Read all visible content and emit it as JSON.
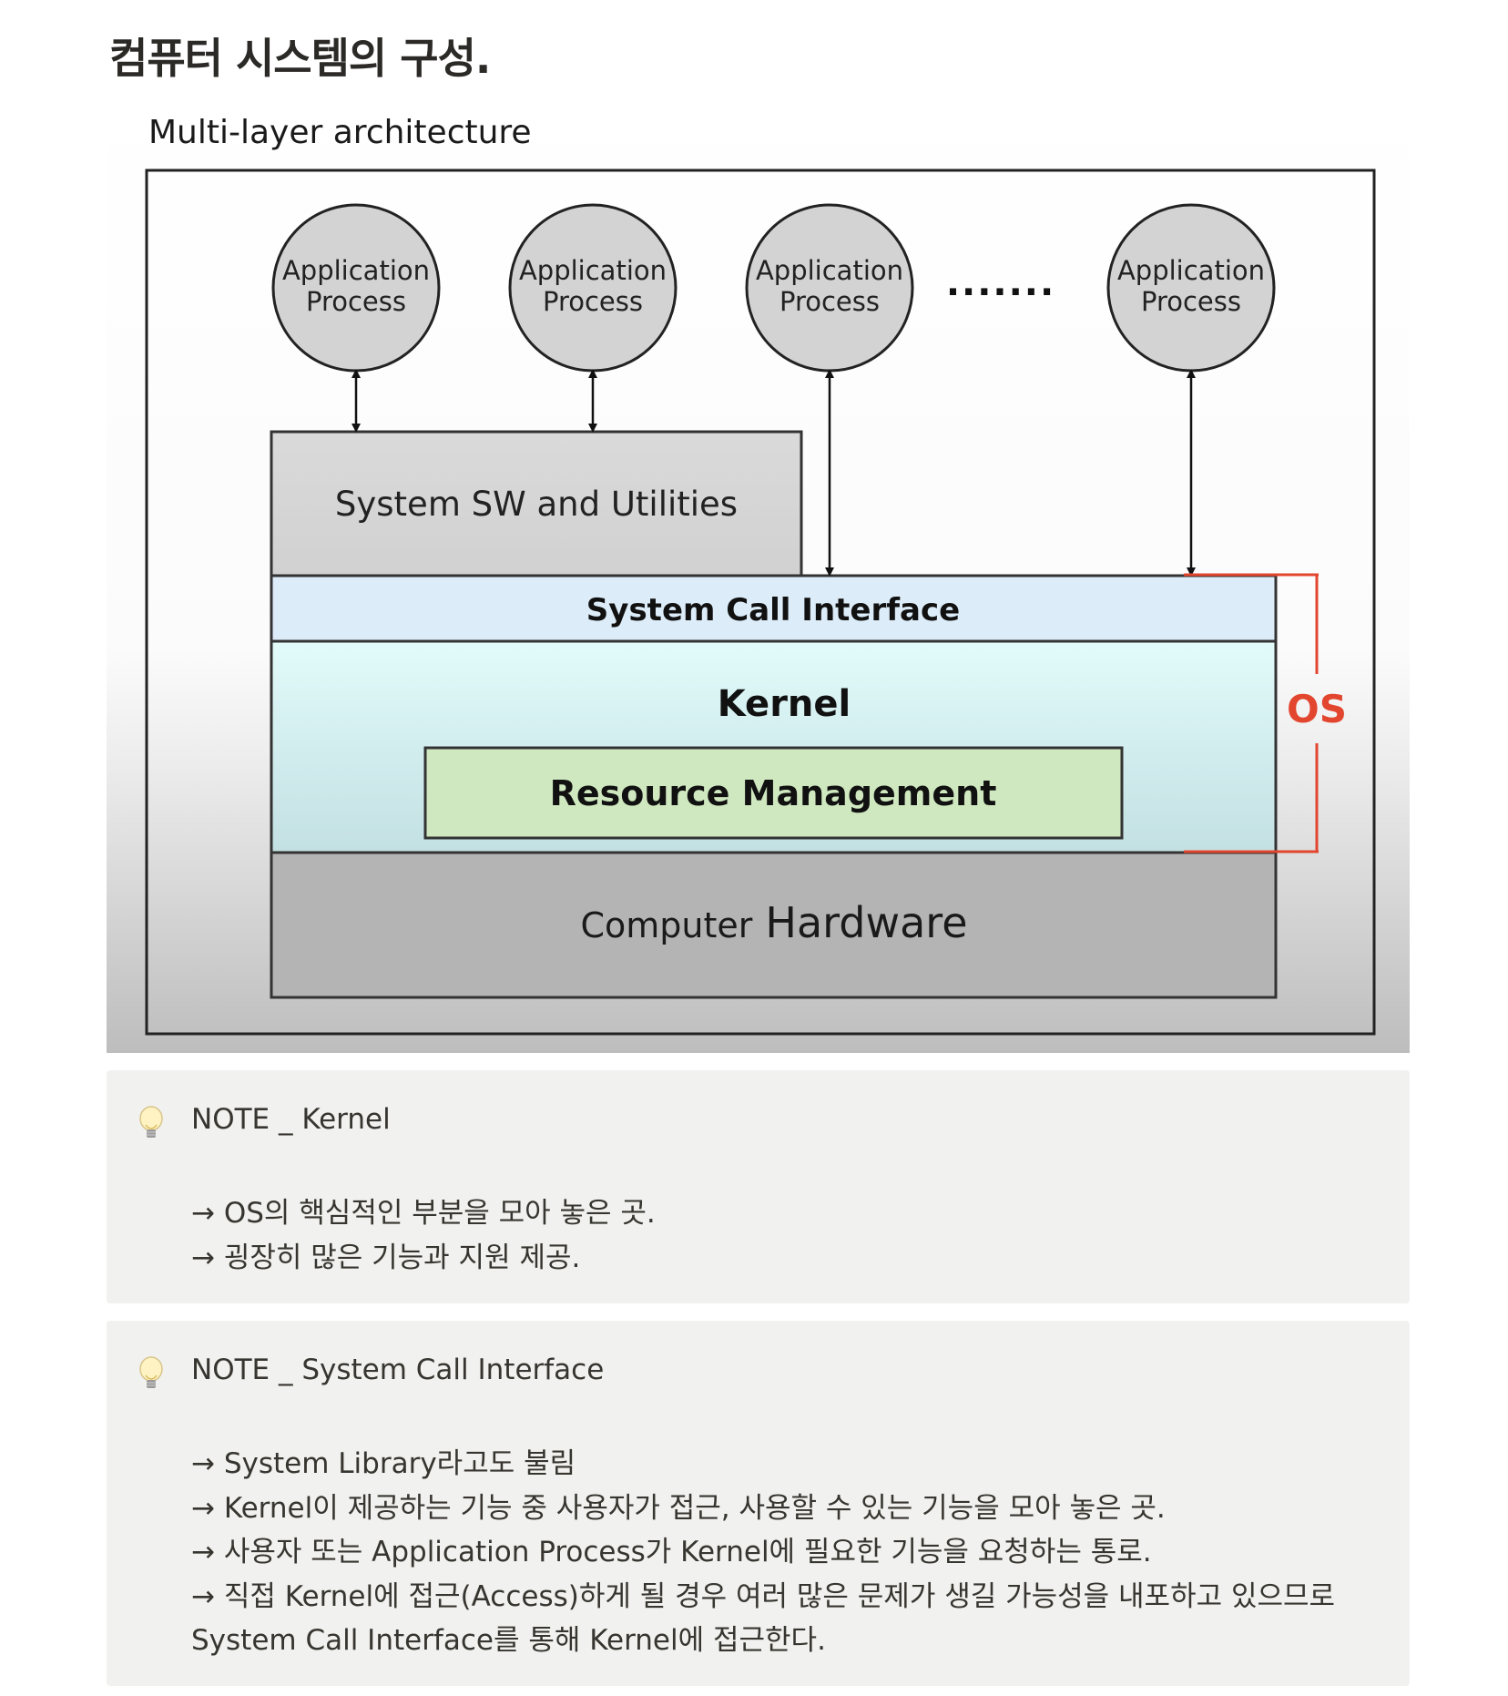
{
  "page": {
    "title": "컴퓨터 시스템의 구성."
  },
  "diagram": {
    "caption": "Multi-layer architecture",
    "process_label_line1": "Application",
    "process_label_line2": "Process",
    "ellipsis": ".......",
    "system_sw": "System SW and Utilities",
    "syscall_interface": "System Call Interface",
    "kernel": "Kernel",
    "resource_management": "Resource Management",
    "hardware_prefix": "Computer",
    "hardware_main": "Hardware",
    "os_label": "OS",
    "colors": {
      "os_bracket": "#e2462f",
      "syscall_fill": "#dcecf8",
      "resource_fill": "#cfe8bf",
      "kernel_fill_top": "#e2fbfb",
      "hardware_fill": "#b4b4b4"
    }
  },
  "notes": [
    {
      "icon": "lightbulb-icon",
      "title": "NOTE _ Kernel",
      "lines": [
        "→ OS의 핵심적인 부분을 모아 놓은 곳.",
        "→ 굉장히 많은 기능과 지원 제공."
      ]
    },
    {
      "icon": "lightbulb-icon",
      "title": "NOTE _ System Call Interface",
      "lines": [
        "→ System Library라고도 불림",
        "→ Kernel이 제공하는 기능 중 사용자가 접근, 사용할 수 있는 기능을 모아 놓은 곳.",
        "→ 사용자 또는 Application Process가 Kernel에 필요한 기능을 요청하는 통로.",
        "→ 직접 Kernel에 접근(Access)하게 될 경우 여러 많은 문제가 생길 가능성을 내포하고 있으므로",
        "System Call Interface를 통해 Kernel에 접근한다."
      ]
    }
  ]
}
